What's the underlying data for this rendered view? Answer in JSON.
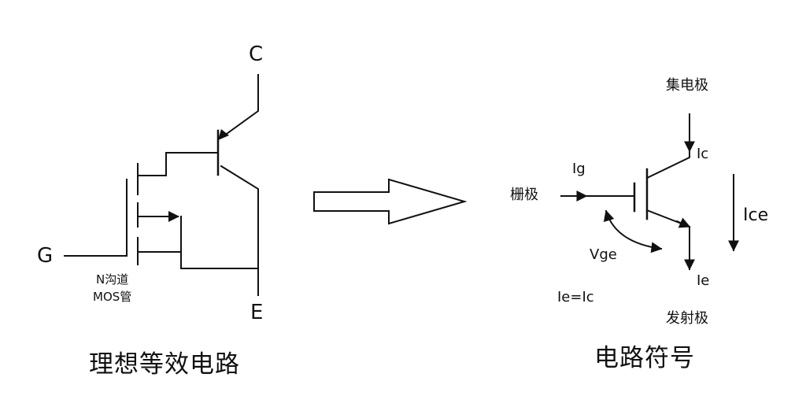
{
  "equivalent": {
    "terminal_c": "C",
    "terminal_g": "G",
    "terminal_e": "E",
    "mos_label_line1": "N沟道",
    "mos_label_line2": "MOS管",
    "caption": "理想等效电路"
  },
  "symbol": {
    "collector": "集电极",
    "gate": "栅极",
    "emitter": "发射极",
    "ig": "Ig",
    "ic": "Ic",
    "ie": "Ie",
    "ice": "Ice",
    "vge": "Vge",
    "equation": "Ie=Ic",
    "caption": "电路符号"
  },
  "colors": {
    "line": "#111111",
    "background": "#ffffff"
  }
}
